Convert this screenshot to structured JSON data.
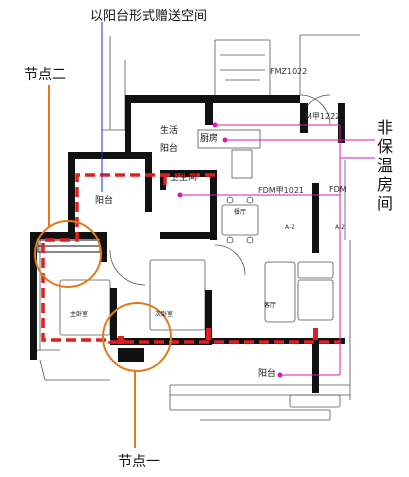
{
  "annotations": {
    "balcony_as_gift": "以阳台形式赠送空间",
    "node_2": "节点二",
    "node_1": "节点一",
    "non_insulated": [
      "非",
      "保",
      "温",
      "房",
      "间"
    ]
  },
  "rooms": {
    "living_balcony": "生活",
    "living_balcony_2": "阳台",
    "kitchen": "厨房",
    "bathroom": "卫生间",
    "balcony_left": "阳台",
    "balcony_bottom": "阳台",
    "dining": "餐厅",
    "master_bedroom": "主卧室",
    "second_bedroom": "次卧室",
    "living_room": "客厅"
  },
  "codes": {
    "fmz1022": "FMZ1022",
    "m1222": "M甲1222",
    "fdm1021": "FDM甲1021",
    "fdm_right": "FDM",
    "a2a": "A-2",
    "a2b": "A-2"
  },
  "colors": {
    "wall": "#111111",
    "insulation_line": "#e02020",
    "pointer_blue": "#1a2bd8",
    "pointer_pink": "#d81bb0",
    "node_circle": "#e07b1a"
  }
}
